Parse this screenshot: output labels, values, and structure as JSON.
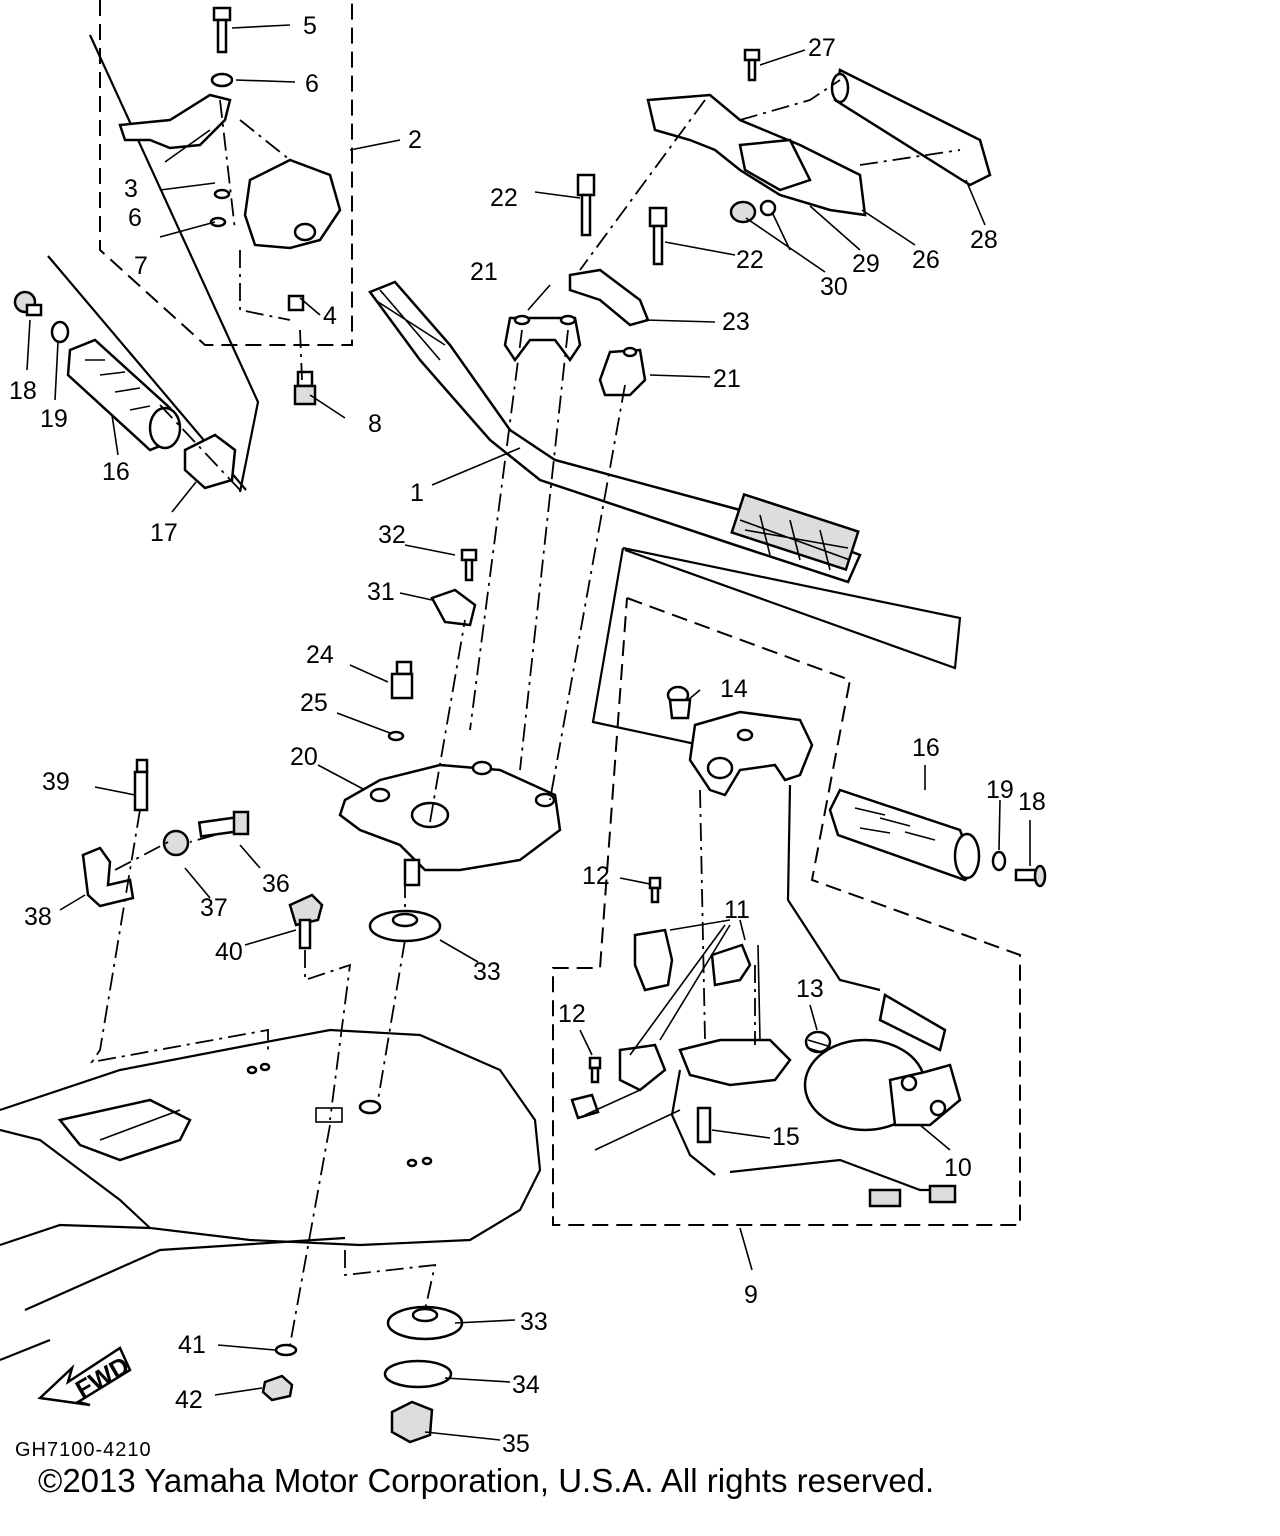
{
  "labels": {
    "p1": "1",
    "p2": "2",
    "p3": "3",
    "p4": "4",
    "p5": "5",
    "p6a": "6",
    "p6b": "6",
    "p7": "7",
    "p8": "8",
    "p9": "9",
    "p10": "10",
    "p11": "11",
    "p12a": "12",
    "p12b": "12",
    "p13": "13",
    "p14": "14",
    "p15": "15",
    "p16a": "16",
    "p16b": "16",
    "p17": "17",
    "p18a": "18",
    "p18b": "18",
    "p19a": "19",
    "p19b": "19",
    "p20": "20",
    "p21a": "21",
    "p21b": "21",
    "p22a": "22",
    "p22b": "22",
    "p23": "23",
    "p24": "24",
    "p25": "25",
    "p26": "26",
    "p27": "27",
    "p28": "28",
    "p29": "29",
    "p30": "30",
    "p31": "31",
    "p32": "32",
    "p33a": "33",
    "p33b": "33",
    "p34": "34",
    "p35": "35",
    "p36": "36",
    "p37": "37",
    "p38": "38",
    "p39": "39",
    "p40": "40",
    "p41": "41",
    "p42": "42"
  },
  "fwd_label": "FWD",
  "diagram_code": "GH7100-4210",
  "copyright": "©2013 Yamaha Motor Corporation, U.S.A. All rights reserved."
}
